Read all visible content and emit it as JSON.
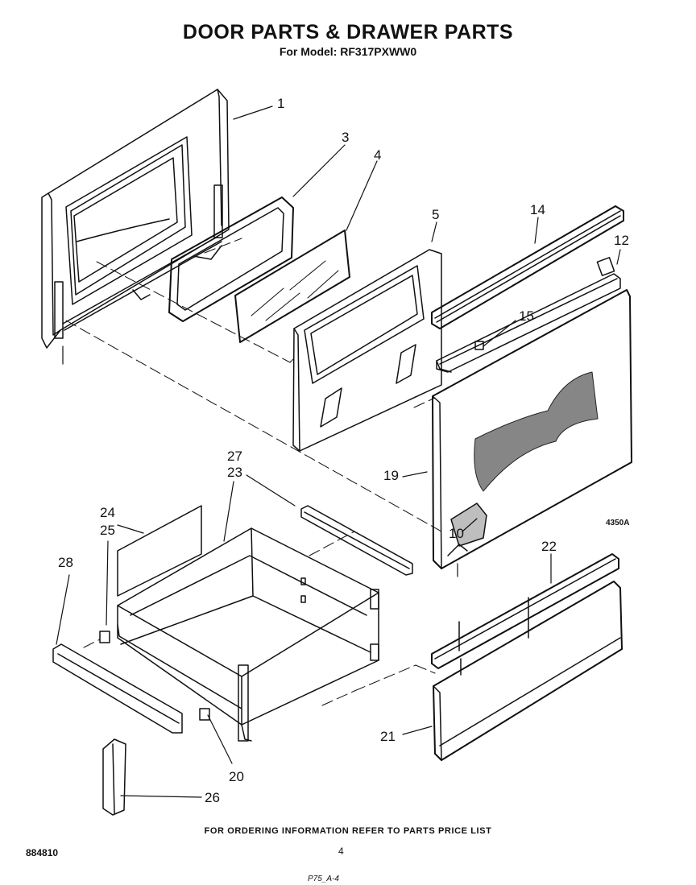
{
  "title": "DOOR PARTS & DRAWER PARTS",
  "subtitle": "For Model: RF317PXWW0",
  "diagram_code": "4350A",
  "callouts": {
    "c1": "1",
    "c3": "3",
    "c4": "4",
    "c5": "5",
    "c10": "10",
    "c12": "12",
    "c14": "14",
    "c15": "15",
    "c19": "19",
    "c20": "20",
    "c21": "21",
    "c22": "22",
    "c23": "23",
    "c24": "24",
    "c25": "25",
    "c26": "26",
    "c27": "27",
    "c28": "28"
  },
  "footer_note": "FOR ORDERING INFORMATION REFER TO PARTS PRICE LIST",
  "document_number": "884810",
  "page_number": "4",
  "bottom_code": "P75_A-4"
}
